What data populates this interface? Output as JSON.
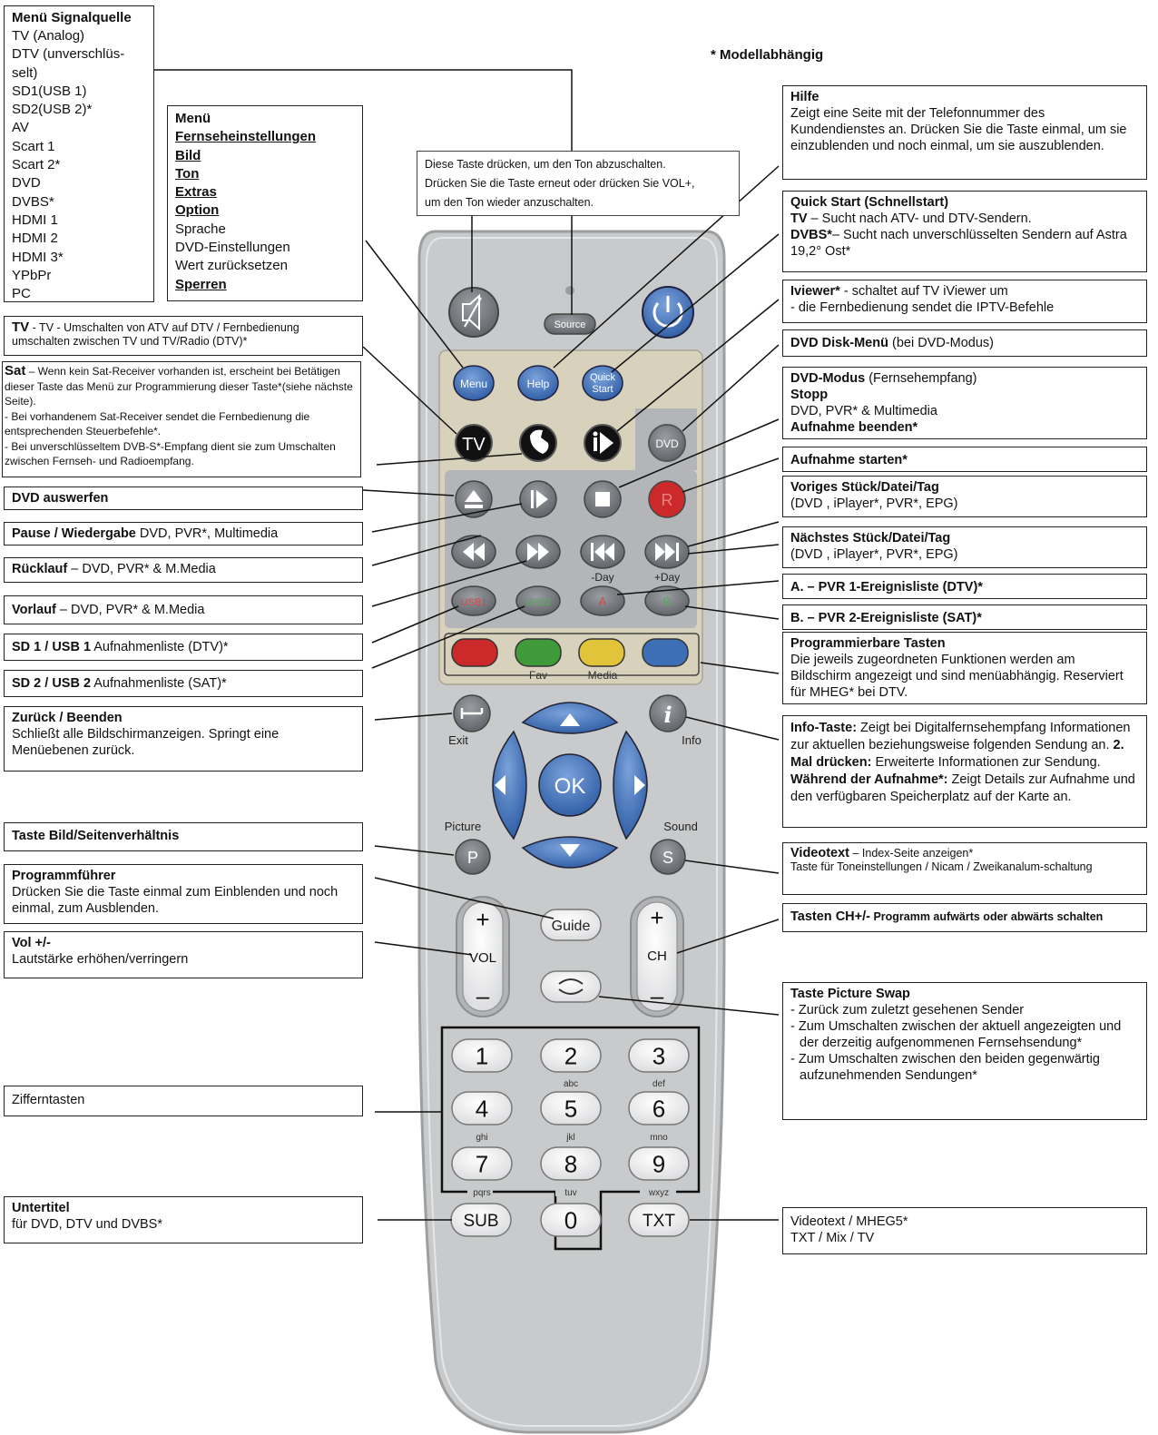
{
  "note": "* Modellabhängig",
  "mute_info": [
    "Diese Taste drücken, um den Ton abzuschalten.",
    "Drücken Sie die Taste erneut oder drücken Sie VOL+,",
    "um den Ton wieder anzuschalten."
  ],
  "signal_source": {
    "title": "Menü Signalquelle",
    "items": [
      "TV (Analog)",
      "DTV (unverschlüs-",
      "selt)",
      "SD1(USB 1)",
      "SD2(USB 2)*",
      "AV",
      "Scart 1",
      "Scart 2*",
      "DVD",
      "DVBS*",
      "HDMI 1",
      "HDMI 2",
      "HDMI 3*",
      "YPbPr",
      "PC"
    ]
  },
  "menu_box": {
    "title": "Menü",
    "items_bold": [
      "Fernseheinstellungen",
      "Bild",
      "Ton",
      "Extras",
      "Option"
    ],
    "items_plain": [
      "Sprache",
      "DVD-Einstellungen",
      "Wert zurücksetzen"
    ],
    "last": "Sperren"
  },
  "left": {
    "tv": {
      "title": "TV",
      "text": " - TV - Umschalten von ATV auf DTV / Fernbedienung umschalten zwischen TV und TV/Radio (DTV)*"
    },
    "sat": {
      "title": "Sat",
      "text": " – Wenn kein Sat-Receiver vorhanden ist, erscheint bei Betätigen dieser Taste das Menü zur Programmierung dieser Taste*(siehe nächste Seite).",
      "line2": "- Bei vorhandenem Sat-Receiver sendet die Fernbedienung die entsprechenden Steuerbefehle*.",
      "line3": "- Bei unverschlüsseltem DVB-S*-Empfang dient sie zum Umschalten zwischen Fernseh- und Radioempfang."
    },
    "eject": {
      "title": "DVD auswerfen"
    },
    "pause": {
      "title": "Pause / Wiedergabe",
      "text": " DVD, PVR*, Multimedia"
    },
    "rewind": {
      "title": "Rücklauf",
      "text": " – DVD, PVR* & M.Media"
    },
    "forward": {
      "title": "Vorlauf",
      "text": " – DVD, PVR* & M.Media"
    },
    "sd1": {
      "title": "SD 1 / USB 1",
      "text": " Aufnahmenliste (DTV)*"
    },
    "sd2": {
      "title": "SD 2 / USB 2",
      "text": " Aufnahmenliste (SAT)*"
    },
    "back": {
      "title": "Zurück / Beenden",
      "text": "Schließt alle Bildschirmanzeigen. Springt eine Menüebenen zurück."
    },
    "aspect": {
      "title": "Taste Bild/Seitenverhältnis"
    },
    "guide": {
      "title": "Programmführer",
      "text": "Drücken Sie die Taste einmal zum Einblenden und noch einmal, zum Ausblenden."
    },
    "vol": {
      "title": "Vol +/-",
      "text": "Lautstärke erhöhen/verringern"
    },
    "digits": {
      "title": "Zifferntasten"
    },
    "subtitle": {
      "title": "Untertitel",
      "text": "für DVD, DTV und DVBS*"
    }
  },
  "right": {
    "help": {
      "title": "Hilfe",
      "text": "Zeigt eine Seite mit der Telefonnummer des Kundendienstes an. Drücken Sie die Taste einmal, um sie einzublenden und noch einmal, um sie auszublenden."
    },
    "quickstart": {
      "title": "Quick Start (Schnellstart)",
      "tv_b": "TV",
      "tv_t": " – Sucht nach ATV- und DTV-Sendern.",
      "dvbs_b": "DVBS*",
      "dvbs_t": "– Sucht nach unverschlüsselten Sendern auf Astra 19,2° Ost*"
    },
    "iviewer": {
      "title": "Iviewer*",
      "text": " - schaltet auf TV iViewer um",
      "line2": "- die Fernbedienung sendet die IPTV-Befehle"
    },
    "dvdmenu": {
      "title": "DVD Disk-Menü",
      "text": " (bei DVD-Modus)"
    },
    "dvdmode": {
      "title": "DVD-Modus",
      "text": "  (Fernsehempfang)",
      "stop": "Stopp",
      "stop_t": "DVD, PVR* & Multimedia",
      "end": "Aufnahme beenden*"
    },
    "rec": {
      "title": "Aufnahme starten*"
    },
    "prev": {
      "title": "Voriges Stück/Datei/Tag",
      "text": "(DVD , iPlayer*, PVR*, EPG)"
    },
    "next": {
      "title": "Nächstes Stück/Datei/Tag",
      "text": "(DVD , iPlayer*, PVR*, EPG)"
    },
    "a": {
      "title": "A. – PVR 1-Ereignisliste (DTV)*"
    },
    "b": {
      "title": "B. – PVR 2-Ereignisliste (SAT)*"
    },
    "prog": {
      "title": "Programmierbare Tasten",
      "text": "Die jeweils zugeordneten Funktionen werden am Bildschirm angezeigt und sind menüabhängig. Reserviert für MHEG* bei DTV."
    },
    "info": {
      "title": "Info-Taste:",
      "t1": " Zeigt bei Digitalfernsehempfang Informationen zur aktuellen beziehungsweise folgenden Sendung an. ",
      "b2": "2. Mal drücken:",
      "t2": " Erweiterte Informationen zur Sendung. ",
      "b3": "Während der Aufnahme*:",
      "t3": " Zeigt Details zur Aufnahme und den verfügbaren Speicherplatz auf der Karte an."
    },
    "videotext": {
      "title": "Videotext",
      "text": " – Index-Seite anzeigen*",
      "line2": "Taste für Toneinstellungen / Nicam / Zweikanalum-schaltung"
    },
    "ch": {
      "title": "Tasten CH+/-",
      "text": "  Programm aufwärts oder abwärts schalten"
    },
    "swap": {
      "title": "Taste Picture Swap",
      "l1": "- Zurück zum zuletzt gesehenen Sender",
      "l2": "- Zum Umschalten zwischen der aktuell angezeigten und der derzeitig aufgenommenen Fernsehsendung*",
      "l3": "- Zum Umschalten zwischen den beiden gegenwärtig aufzunehmenden Sendungen*"
    },
    "txt": {
      "line1": "Videotext / MHEG5*",
      "line2": "TXT / Mix / TV"
    }
  },
  "remote": {
    "source": "Source",
    "menu": "Menu",
    "help": "Help",
    "quick1": "Quick",
    "quick2": "Start",
    "tv": "TV",
    "dvd": "DVD",
    "rec": "R",
    "day_minus": "-Day",
    "day_plus": "+Day",
    "usb1": "USB1",
    "usb2": "USB2",
    "a": "A",
    "b": "B",
    "fav": "Fav",
    "media": "Media",
    "exit": "Exit",
    "info": "Info",
    "ok": "OK",
    "picture": "Picture",
    "sound": "Sound",
    "p": "P",
    "s": "S",
    "guide": "Guide",
    "plus": "+",
    "minus": "–",
    "vol": "VOL",
    "ch": "CH",
    "keys": [
      "1",
      "2",
      "3",
      "4",
      "5",
      "6",
      "7",
      "8",
      "9",
      "0"
    ],
    "letters": [
      "abc",
      "def",
      "ghi",
      "jkl",
      "mno",
      "pqrs",
      "tuv",
      "wxyz"
    ],
    "sub": "SUB",
    "txt": "TXT"
  },
  "colors": {
    "remote_body": "#c9cacb",
    "blue": "#3d6fb6",
    "dark": "#6e7276",
    "red": "#cc2a2a",
    "green": "#3f9a3a",
    "yellow": "#e2c43a",
    "panel": "#d8d2bd"
  }
}
